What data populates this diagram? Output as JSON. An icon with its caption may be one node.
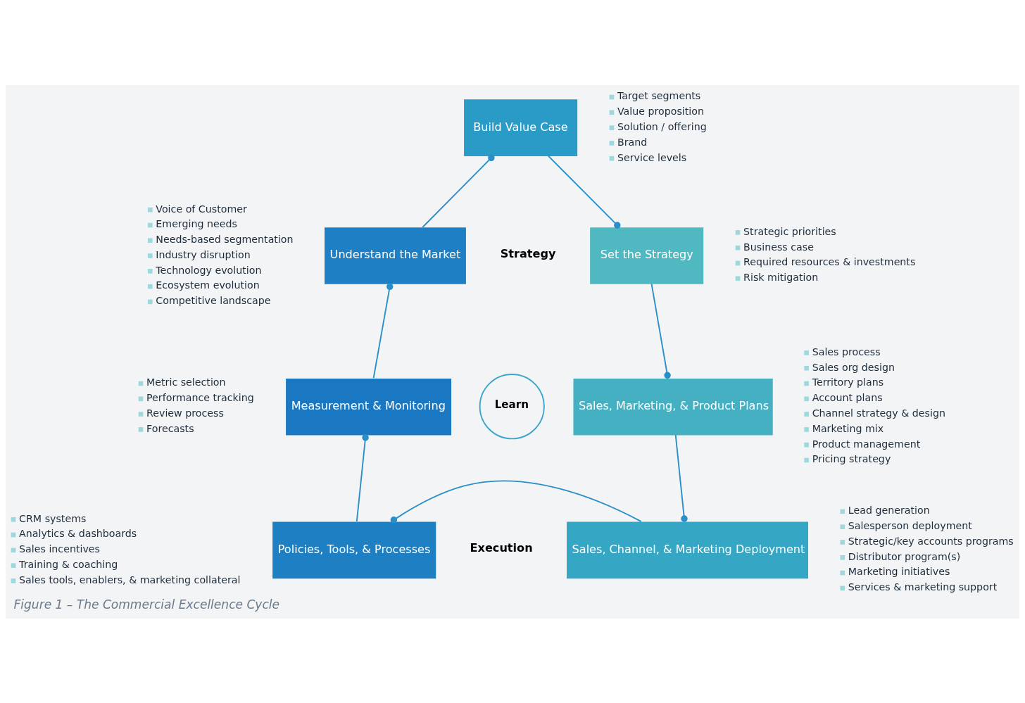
{
  "diagram": {
    "caption": "Figure 1 – The Commercial Excellence Cycle",
    "nodes": [
      {
        "text": [
          "Build Value Case"
        ],
        "beside": [
          "Target segments",
          "Value proposition",
          "Solution / offering",
          "Brand",
          "Service levels"
        ]
      },
      {
        "text": [
          "Understand the Market"
        ],
        "beside": [
          "Voice of Customer",
          "Emerging needs",
          "Needs-based segmentation",
          "Industry disruption",
          "Technology evolution",
          "Ecosystem evolution",
          "Competitive landscape"
        ]
      },
      {
        "text": [
          "Set the Strategy"
        ],
        "beside": [
          "Strategic priorities",
          "Business case",
          "Required resources & investments",
          "Risk mitigation"
        ]
      },
      {
        "text": [
          "Measurement & Monitoring"
        ],
        "beside": [
          "Metric selection",
          "Performance tracking",
          "Review process",
          "Forecasts"
        ]
      },
      {
        "text": [
          "Learn"
        ]
      },
      {
        "text": [
          "Sales, Marketing, & Product Plans"
        ],
        "beside": [
          "Sales process",
          "Sales org design",
          "Territory plans",
          "Account plans",
          "Channel strategy & design",
          "Marketing mix",
          "Product management",
          "Pricing strategy"
        ]
      },
      {
        "text": [
          "Policies, Tools, & Processes"
        ],
        "beside": [
          "CRM systems",
          "Analytics & dashboards",
          "Sales incentives",
          "Training & coaching",
          "Sales tools, enablers, & marketing collateral"
        ]
      },
      {
        "text": [
          "Sales, Channel, & Marketing Deployment"
        ],
        "beside": [
          "Lead generation",
          "Salesperson deployment",
          "Strategic/key accounts programs",
          "Distributor program(s)",
          "Marketing initiatives",
          "Services & marketing support"
        ]
      }
    ],
    "edges": [
      {
        "from": 1,
        "to": 0,
        "arrow": "other"
      },
      {
        "from": 0,
        "to": 2,
        "arrow": "other"
      },
      {
        "from": 2,
        "to": 5,
        "arrow": "other"
      },
      {
        "from": 5,
        "to": 7,
        "arrow": "other"
      },
      {
        "from": 7,
        "to": 6,
        "arrow": "other"
      },
      {
        "from": 6,
        "to": 3,
        "arrow": "other"
      },
      {
        "from": 3,
        "to": 1,
        "arrow": "other"
      }
    ],
    "labels": [
      "Strategy",
      "Execution"
    ]
  }
}
